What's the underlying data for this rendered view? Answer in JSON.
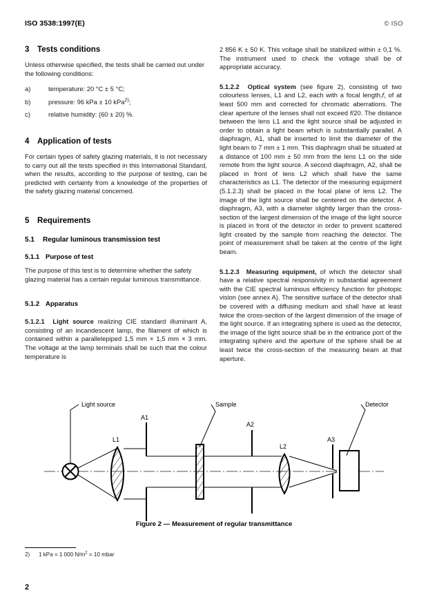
{
  "header": {
    "left": "ISO 3538:1997(E)",
    "right": "© ISO"
  },
  "left_column": {
    "clause3": {
      "number": "3",
      "title": "Tests conditions",
      "intro": "Unless otherwise specified, the tests shall be carried out under the following conditions:",
      "items": [
        {
          "marker": "a)",
          "text": "temperature: 20 °C ± 5 °C;"
        },
        {
          "marker": "b)",
          "text": "pressure: 96 kPa ± 10 kPa",
          "footnote_ref": "2)",
          "tail": ";"
        },
        {
          "marker": "c)",
          "text": "relative humidity: (60 ± 20) %."
        }
      ]
    },
    "clause4": {
      "number": "4",
      "title": "Application of tests",
      "paragraph": "For certain types of safety glazing materials, it is not necessary to carry out all the tests specified in this International Standard, when the results, according to the purpose of testing, can be predicted with certainty from a knowledge of the properties of the safety glazing material concerned."
    },
    "clause5": {
      "number": "5",
      "title": "Requirements"
    },
    "clause51": {
      "number": "5.1",
      "title": "Regular luminous transmission test"
    },
    "clause511": {
      "number": "5.1.1",
      "title": "Purpose of test",
      "paragraph": "The purpose of this test is to determine whether the safety glazing material has a certain regular luminous transmittance."
    },
    "clause512": {
      "number": "5.1.2",
      "title": "Apparatus"
    },
    "clause5121": {
      "number": "5.1.2.1",
      "lead": "Light source",
      "paragraph": "realizing CIE standard illuminant A, consisting of an incandescent lamp, the filament of which is contained within a parallelepiped 1,5 mm × 1,5 mm × 3 mm. The voltage at the lamp terminals shall be such that the colour temperature is"
    }
  },
  "right_column": {
    "continued_paragraph": "2 856 K ± 50 K. This voltage shall be stabilized within ± 0,1 %. The instrument used to check the voltage shall be of appropriate accuracy.",
    "clause5122": {
      "number": "5.1.2.2",
      "lead": "Optical system",
      "paragraph_part1": "(see figure 2), consisting of two colourless lenses, L1 and L2, each with a focal length,",
      "italic_f": "f",
      "paragraph_part2": ", of at least 500 mm and corrected for chromatic aberrations. The clear aperture of the lenses shall not exceed",
      "italic_f2": "f",
      "paragraph_part3": "/20. The distance between the lens L1 and the light source shall be adjusted in order to obtain a light beam which is substantially parallel. A diaphragm, A1, shall be inserted to limit the diameter of the light beam to 7 mm ± 1 mm. This diaphragm shall be situated at a distance of 100 mm ± 50 mm from the lens L1 on the side remote from the light source. A second diaphragm, A2, shall be placed in front of lens L2 which shall have the same characteristics as L1. The detector of the measuring equipment (5.1.2.3) shall be placed in the focal plane of lens L2. The image of the light source shall be centered on the detector. A diaphragm, A3, with a diameter slightly larger than the cross-section of the largest dimension of the image of the light source is placed in front of the detector in order to prevent scattered light created by the sample from reaching the detector. The point of measurement shall be taken at the centre of the light beam."
    },
    "clause5123": {
      "number": "5.1.2.3",
      "lead": "Measuring equipment,",
      "paragraph": "of which the detector shall have a relative spectral responsivity in substantial agreement with the CIE spectral luminous efficiency function for photopic vision (see annex A). The sensitive surface of the detector shall be covered with a diffusing medium and shall have at least twice the cross-section of the largest dimension of the image of the light source. If an integrating sphere is used as the detector, the image of the light source shall be in the entrance port of the integrating sphere and the aperture of the sphere shall be at least twice the cross-section of the measuring beam at that aperture."
    }
  },
  "figure": {
    "caption": "Figure 2 — Measurement of regular transmittance",
    "labels": {
      "light_source": "Light source",
      "sample": "Sample",
      "detector": "Detector",
      "lens1": "L1",
      "lens2": "L2",
      "aperture1": "A1",
      "aperture2": "A2",
      "aperture3": "A3"
    }
  },
  "footnote": {
    "marker": "2)",
    "text_before": "1 kPa = 1 000 N/m",
    "exponent": "2",
    "text_after": " = 10 mbar"
  },
  "folio": "2",
  "colors": {
    "ink": "#111111",
    "rule": "#000000",
    "paper": "#ffffff"
  }
}
